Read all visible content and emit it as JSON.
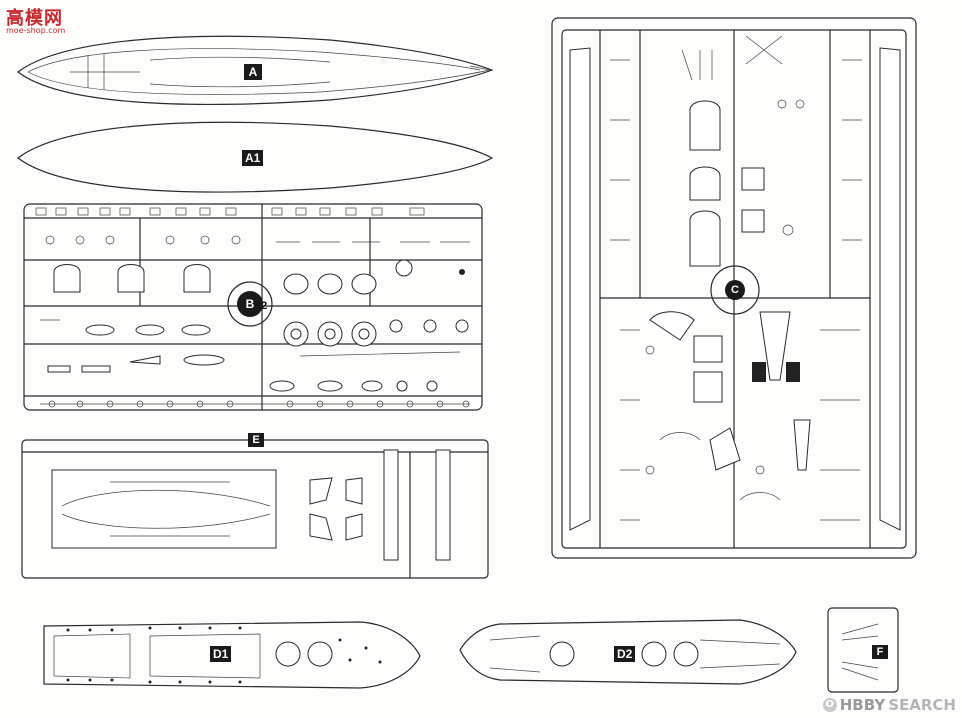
{
  "logo": {
    "glyph": "高",
    "name": "模网",
    "url": "moe-shop.com"
  },
  "labels": {
    "A": "A",
    "A1": "A1",
    "B": "B",
    "B_qty": "x2",
    "C": "C",
    "E": "E",
    "D1": "D1",
    "D2": "D2",
    "F": "F"
  },
  "watermark": {
    "text": "H",
    "circle": "O",
    "text2": "BBY",
    "search": "SEARCH"
  },
  "colors": {
    "ink": "#2a2a2a",
    "paper": "#fdfdfb",
    "logo": "#c8282e",
    "watermark": "#9a9a9a"
  }
}
